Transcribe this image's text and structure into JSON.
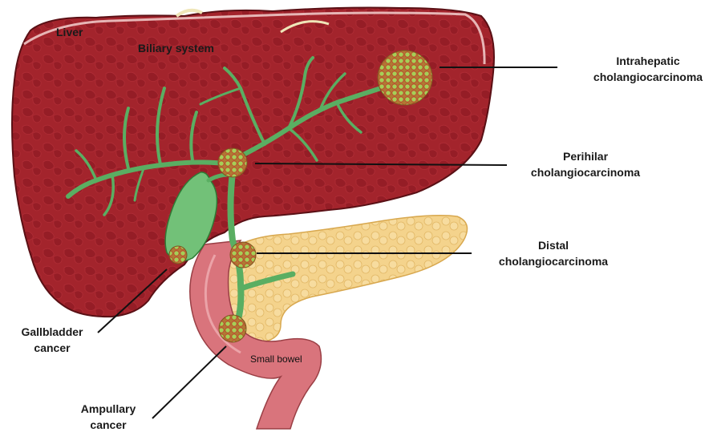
{
  "labels": {
    "liver": "Liver",
    "biliary_system": "Biliary system",
    "intrahepatic_line1": "Intrahepatic",
    "intrahepatic_line2": "cholangiocarcinoma",
    "perihilar_line1": "Perihilar",
    "perihilar_line2": "cholangiocarcinoma",
    "distal_line1": "Distal",
    "distal_line2": "cholangiocarcinoma",
    "gallbladder_line1": "Gallbladder",
    "gallbladder_line2": "cancer",
    "ampullary_line1": "Ampullary",
    "ampullary_line2": "cancer",
    "small_bowel": "Small bowel"
  },
  "colors": {
    "liver": "#a3242c",
    "liver_dark": "#7e1a20",
    "liver_texture": "#8f1d25",
    "bile_duct": "#6cbf72",
    "gallbladder": "#72c178",
    "pancreas": "#f4d38c",
    "bowel": "#d9747c",
    "tumor": "#c98a3a",
    "tumor_dot": "#9fcc55"
  }
}
